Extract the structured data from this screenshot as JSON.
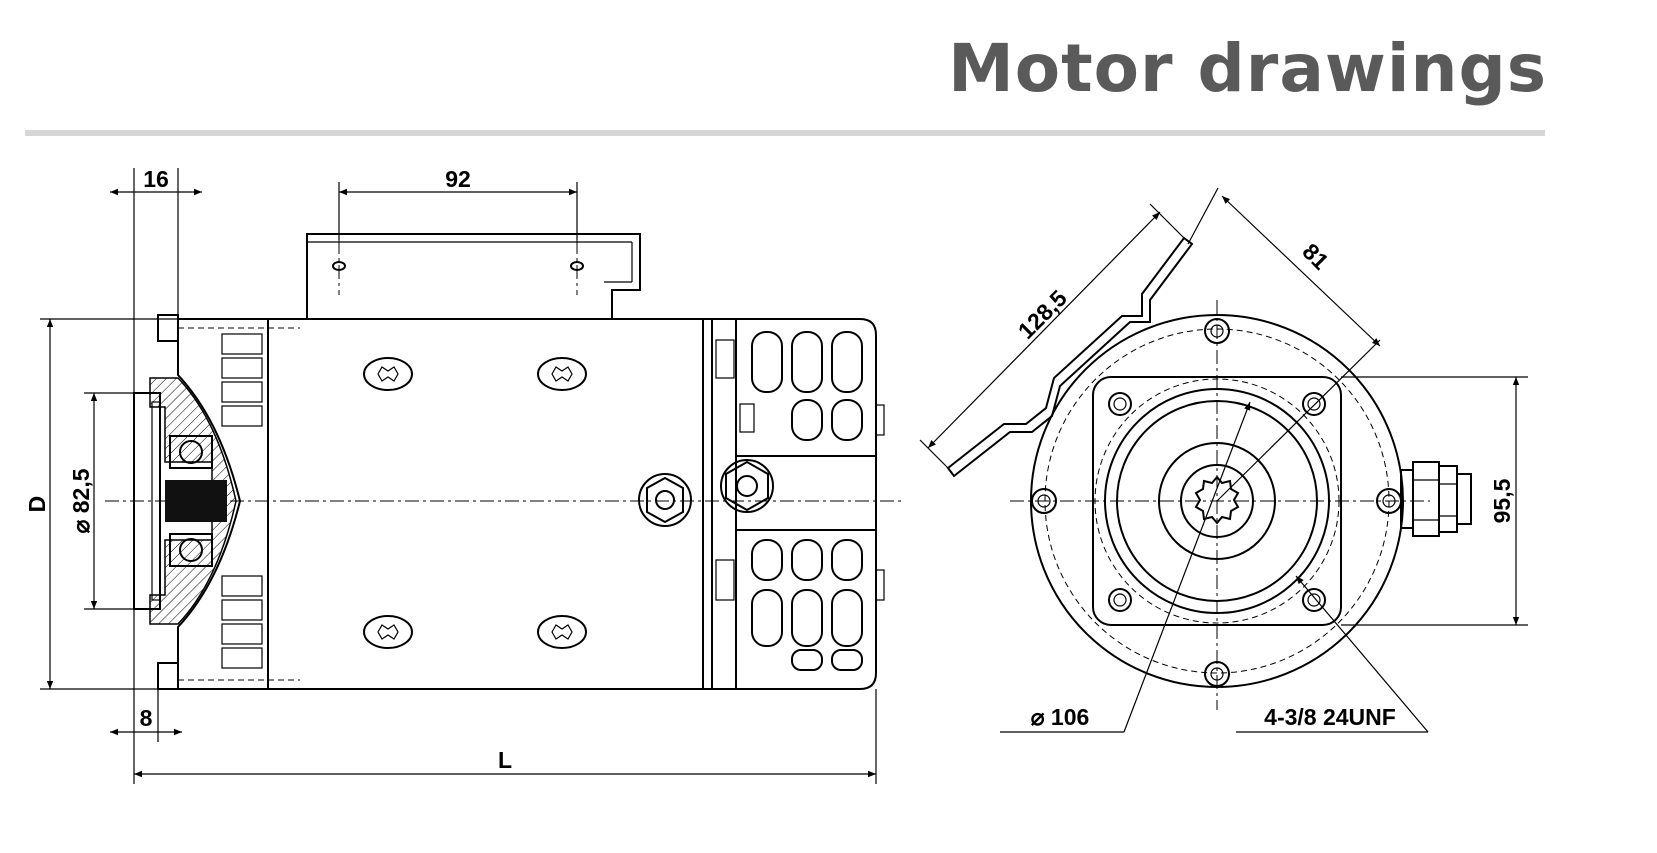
{
  "header": {
    "title": "Motor drawings"
  },
  "side_view": {
    "dim_flange": "16",
    "dim_bracket": "92",
    "dim_diameter_label": "D",
    "dim_spigot": "⌀ 82,5",
    "dim_offset": "8",
    "dim_length": "L"
  },
  "end_view": {
    "dim_diag_long": "128,5",
    "dim_diag_short": "81",
    "dim_height": "95,5",
    "dim_pcd": "⌀ 106",
    "thread_spec": "4-3/8 24UNF"
  },
  "colors": {
    "title": "#5a5a5a",
    "rule": "#d6d6d6",
    "line": "#000000"
  }
}
